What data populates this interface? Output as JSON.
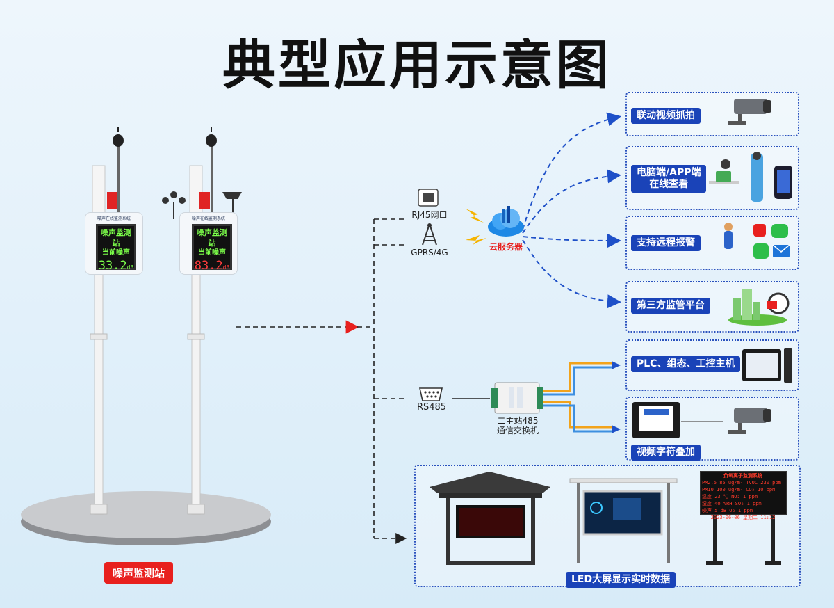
{
  "title": "典型应用示意图",
  "station_label": "噪声监测站",
  "device_left": {
    "header": "噪声在线监测系统",
    "line1": "噪声监测站",
    "line2": "当前噪声",
    "value": "33.2",
    "unit": "dB",
    "color": "#7cff4a"
  },
  "device_right": {
    "header": "噪声在线监测系统",
    "line1": "噪声监测站",
    "line2": "当前噪声",
    "value": "83.2",
    "unit": "dB",
    "color": "#ff3c3c"
  },
  "network": {
    "rj45": "RJ45网口",
    "gprs": "GPRS/4G",
    "cloud": "云服务器",
    "rs485": "RS485",
    "switch_line1": "二主站485",
    "switch_line2": "通信交换机"
  },
  "outputs": {
    "video_capture": "联动视频抓拍",
    "pc_app_line1": "电脑端/APP端",
    "pc_app_line2": "在线查看",
    "remote_alarm": "支持远程报警",
    "third_party": "第三方监管平台",
    "plc": "PLC、组态、工控主机",
    "video_overlay": "视频字符叠加",
    "led_display": "LED大屏显示实时数据"
  },
  "led_board": {
    "title": "负氧离子监测系统",
    "rows": [
      [
        "PM2.5",
        "85",
        "ug/m³",
        "TVOC",
        "230",
        "ppm"
      ],
      [
        "PM10",
        "100",
        "ug/m³",
        "CO₂",
        "10",
        "ppm"
      ],
      [
        "温度",
        "23",
        "℃",
        "NO₂",
        "1",
        "ppm"
      ],
      [
        "湿度",
        "40",
        "%RH",
        "SO₂",
        "1",
        "ppm"
      ],
      [
        "噪声",
        "5",
        "dB",
        "O₃",
        "1",
        "ppm"
      ]
    ],
    "date": "2023-06-06 星期二 11:12"
  },
  "colors": {
    "accent_blue": "#1a43b8",
    "dash_blue": "#1e50c8",
    "red": "#e8201e",
    "orange_line": "#f2a31b",
    "blue_line": "#3d8fe0"
  }
}
